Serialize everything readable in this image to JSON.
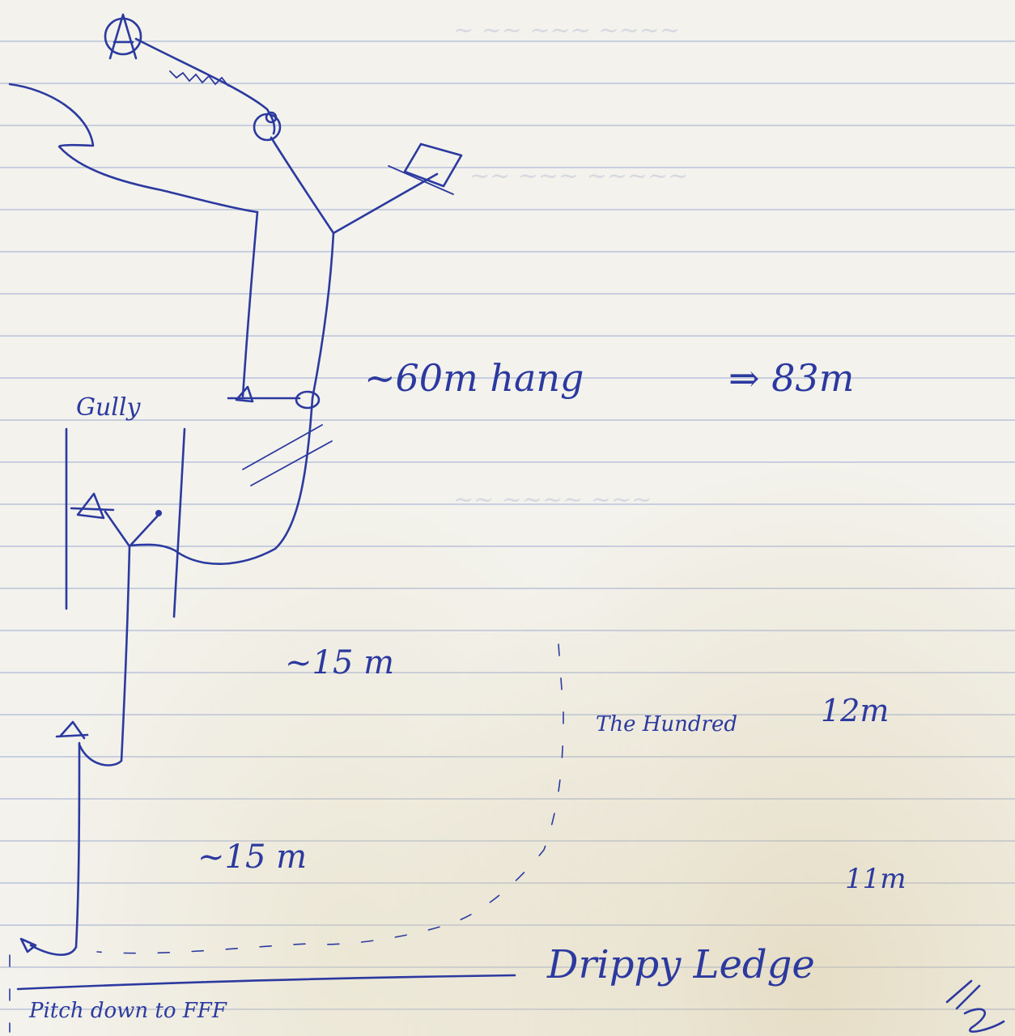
{
  "labels": {
    "gully": "Gully",
    "hang": "~60m hang",
    "total": "⇒ 83m",
    "pitch1": "~15 m",
    "pitch2": "~15 m",
    "the_hundred": "The Hundred",
    "depth_12": "12m",
    "depth_11": "11m",
    "drippy_ledge": "Drippy Ledge",
    "pitch_down": "Pitch down to FFF"
  },
  "colors": {
    "ink": "#2c3aa0",
    "paper": "#f3f2ec",
    "ruled_line": "#c7cede"
  }
}
